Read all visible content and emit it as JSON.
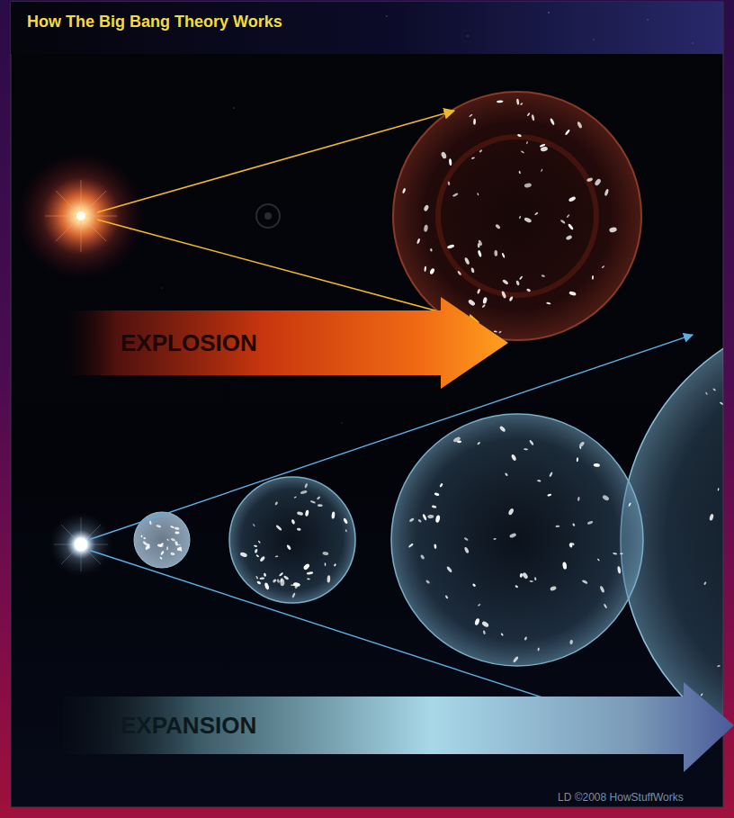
{
  "diagram": {
    "title": "How The Big Bang Theory Works",
    "nodes": [
      {
        "text": [
          "EXPLOSION"
        ]
      },
      {
        "text": [
          "EXPANSION"
        ]
      }
    ],
    "labels": [
      "LD ©2008 HowStuffWorks"
    ]
  }
}
